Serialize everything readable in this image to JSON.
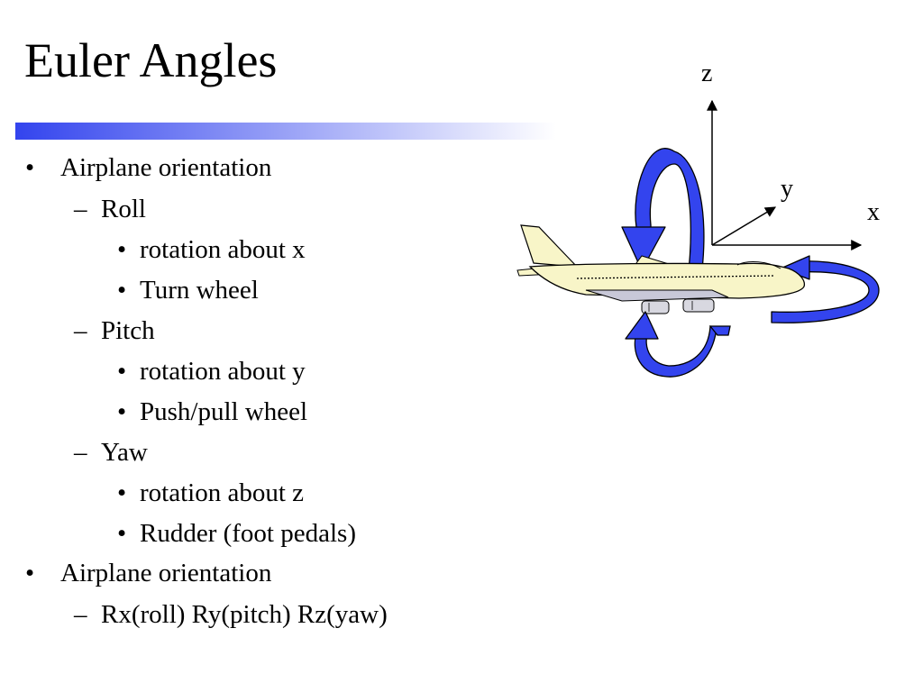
{
  "slide": {
    "title": "Euler Angles",
    "accent_color": "#3344ee",
    "bullets": [
      {
        "text": "Airplane orientation",
        "children": [
          {
            "text": "Roll",
            "children": [
              "rotation about x",
              "Turn wheel"
            ]
          },
          {
            "text": "Pitch",
            "children": [
              "rotation about y",
              "Push/pull wheel"
            ]
          },
          {
            "text": "Yaw",
            "children": [
              "rotation about z",
              "Rudder (foot pedals)"
            ]
          }
        ]
      },
      {
        "text": "Airplane orientation",
        "children": [
          {
            "text": "Rx(roll) Ry(pitch) Rz(yaw)",
            "children": []
          }
        ]
      }
    ]
  },
  "diagram": {
    "axis_labels": {
      "x": "x",
      "y": "y",
      "z": "z"
    },
    "arrow_color": "#3344ee",
    "airplane_color": "#f8f5c8",
    "icons": [
      "airplane-icon",
      "roll-arrow-icon",
      "pitch-arrow-icon",
      "yaw-arrow-icon"
    ]
  }
}
